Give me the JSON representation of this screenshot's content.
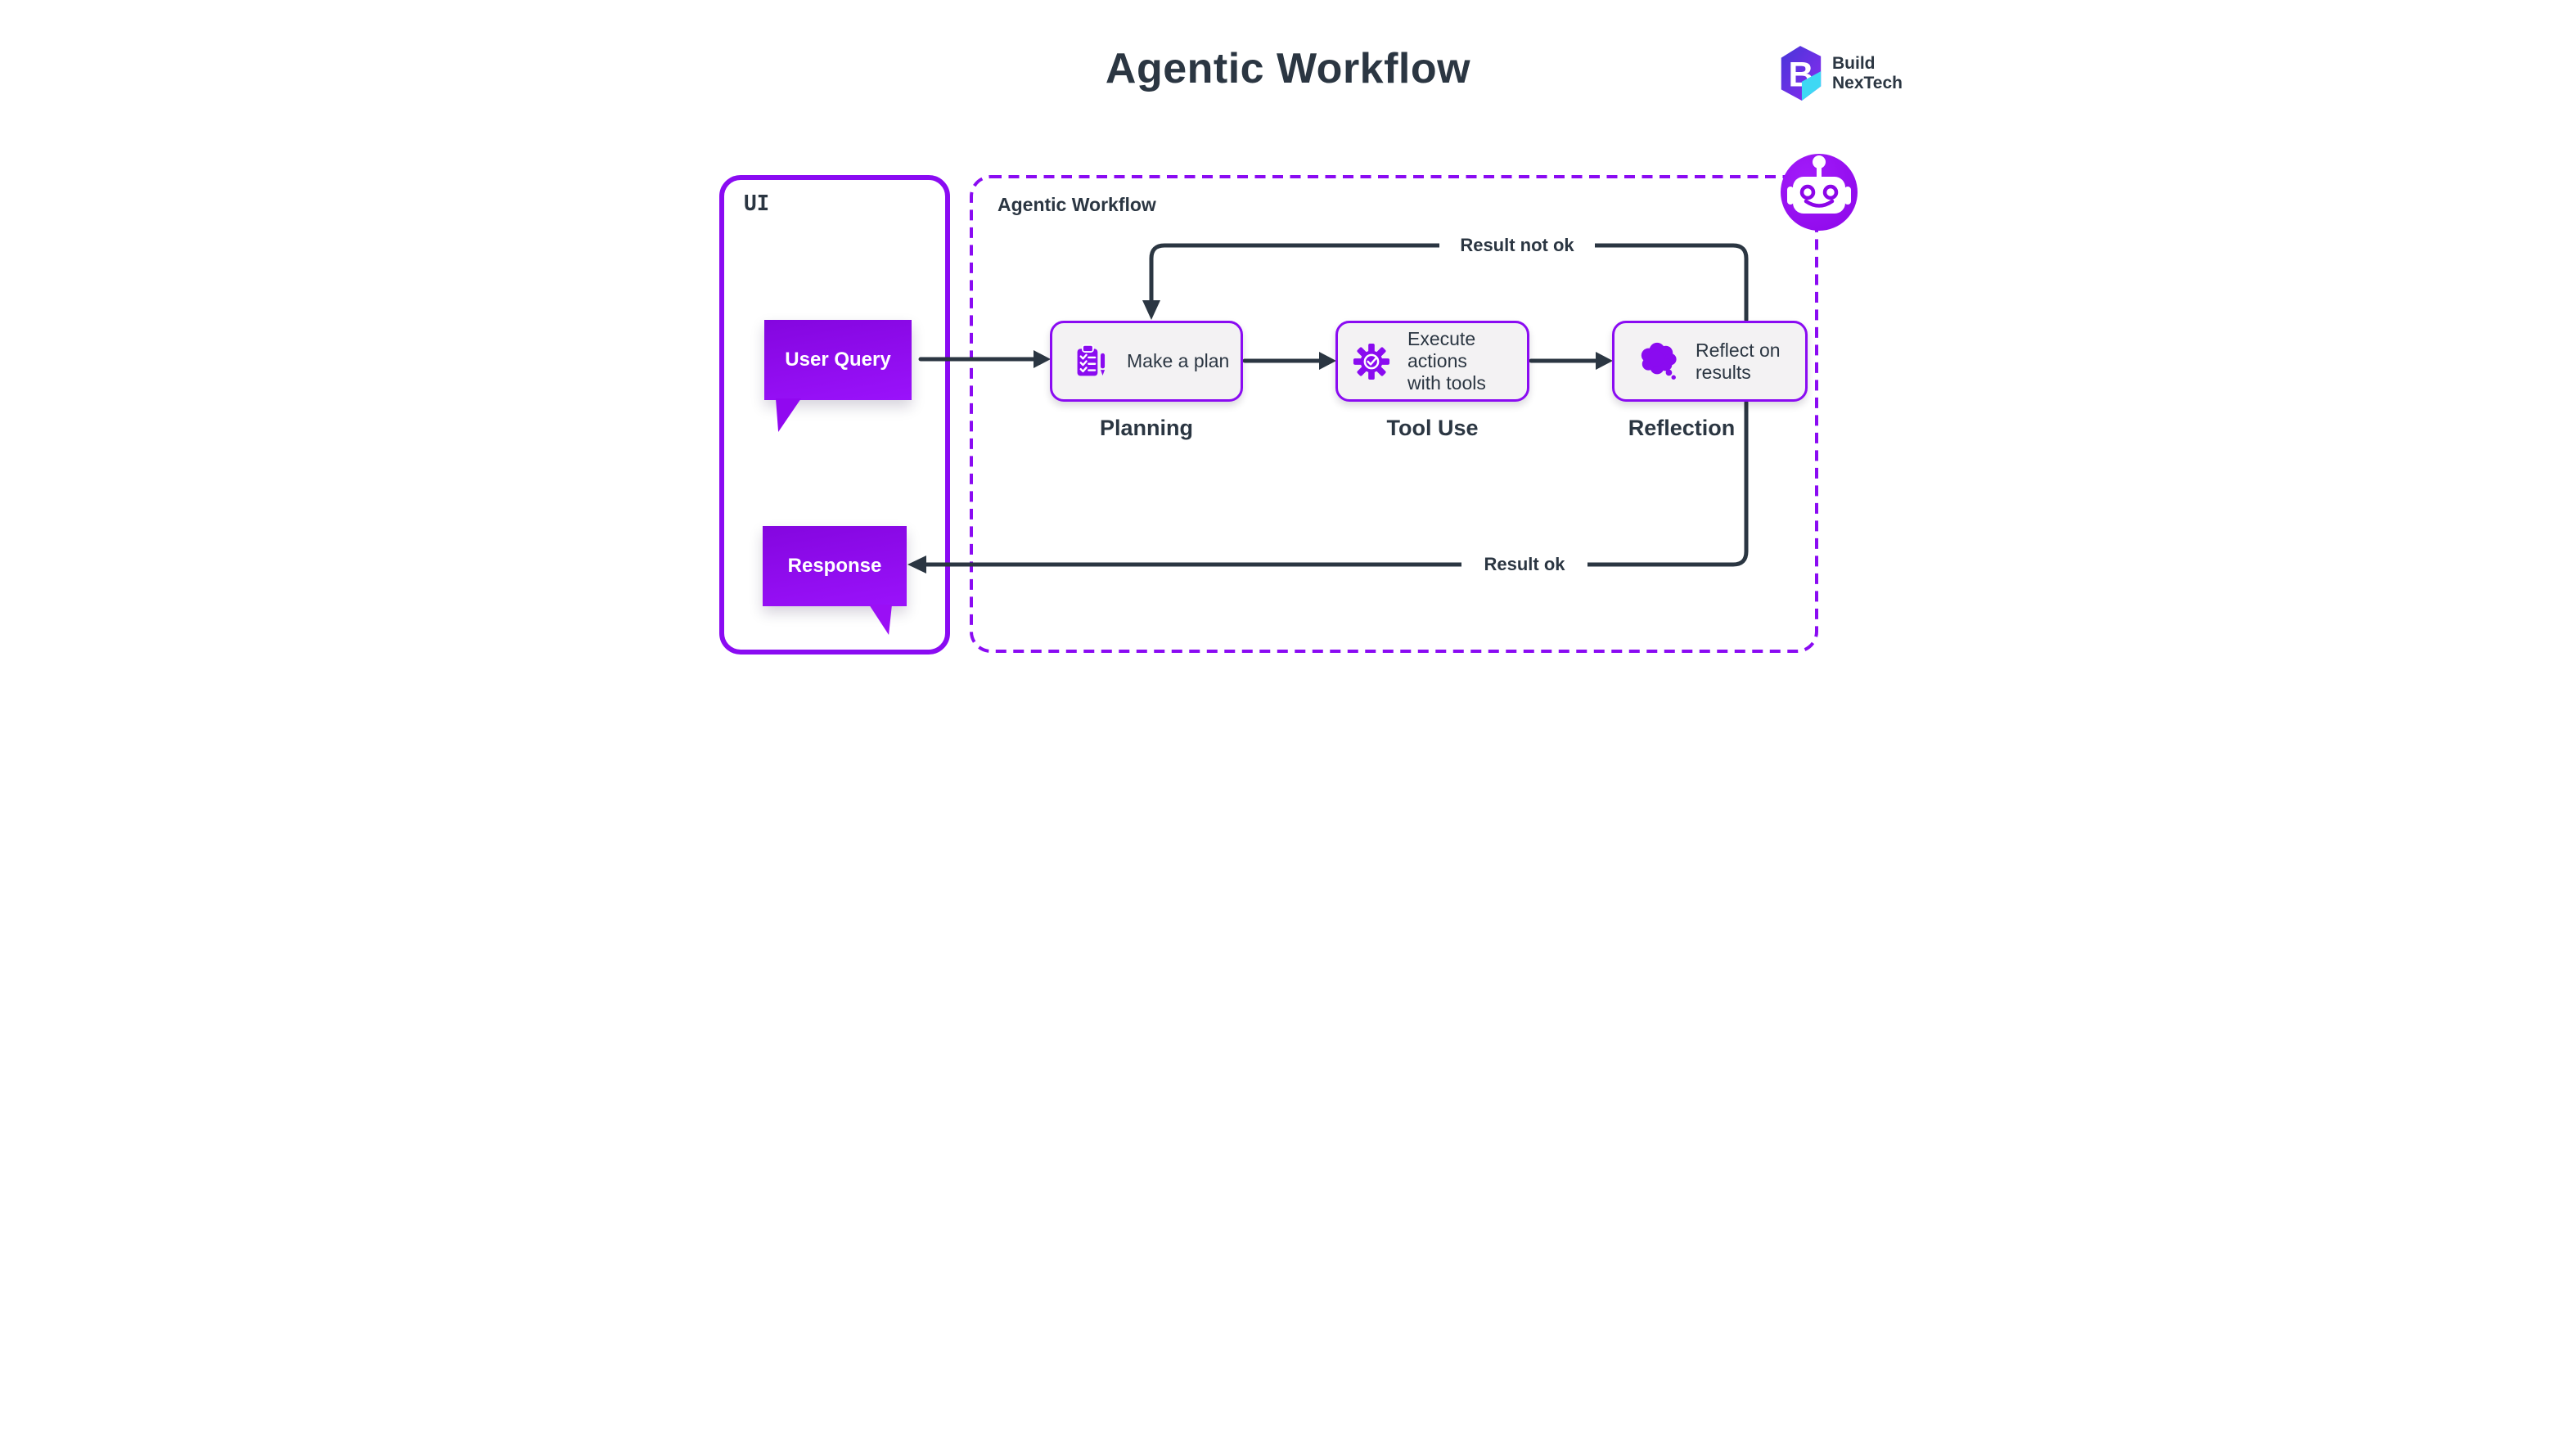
{
  "title": "Agentic Workflow",
  "logo": {
    "mark_letter": "B",
    "name1": "Build",
    "name2": "NexTech"
  },
  "ui_panel": {
    "label": "UI",
    "user_query_label": "User Query",
    "response_label": "Response"
  },
  "workflow": {
    "label": "Agentic Workflow",
    "nodes": [
      {
        "icon": "clipboard-checklist-icon",
        "text": "Make a plan",
        "sublabel": "Planning"
      },
      {
        "icon": "gear-check-icon",
        "line1": "Execute actions",
        "line2": "with tools",
        "sublabel": "Tool Use"
      },
      {
        "icon": "thought-cloud-icon",
        "line1": "Reflect on",
        "line2": "results",
        "sublabel": "Reflection"
      }
    ],
    "edge_labels": {
      "not_ok": "Result not ok",
      "ok": "Result ok"
    }
  },
  "colors": {
    "accent_purple": "#8a0bf2",
    "dark_slate": "#2b3642",
    "node_fill": "#f3f2f3",
    "bubble_gradient_start": "#8406df",
    "bubble_gradient_end": "#9a12fb",
    "logo_indigo": "#4736d8",
    "logo_purple": "#8b2bf0",
    "logo_cyan": "#3ed8f4"
  }
}
